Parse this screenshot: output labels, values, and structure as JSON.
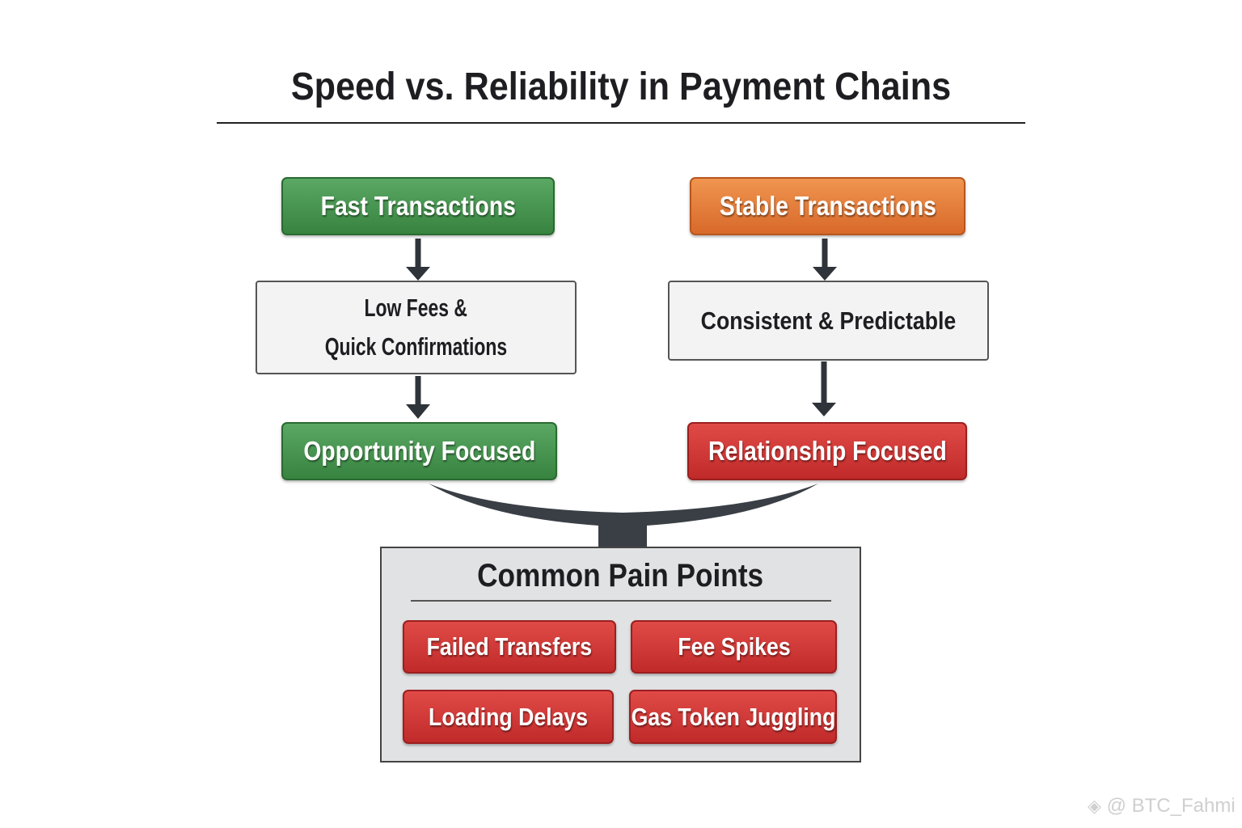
{
  "title": "Speed vs. Reliability in Payment Chains",
  "left": {
    "top": "Fast Transactions",
    "middle_line1": "Low Fees &",
    "middle_line2": "Quick Confirmations",
    "bottom": "Opportunity Focused"
  },
  "right": {
    "top": "Stable Transactions",
    "middle": "Consistent & Predictable",
    "bottom": "Relationship Focused"
  },
  "pain_points": {
    "title": "Common Pain Points",
    "items": [
      "Failed Transfers",
      "Fee Spikes",
      "Loading Delays",
      "Gas Token Juggling"
    ]
  },
  "watermark": "@ BTC_Fahmi",
  "colors": {
    "green": "#3f8f4a",
    "orange": "#e07b39",
    "red": "#cc3333",
    "panel": "#e1e2e4"
  }
}
